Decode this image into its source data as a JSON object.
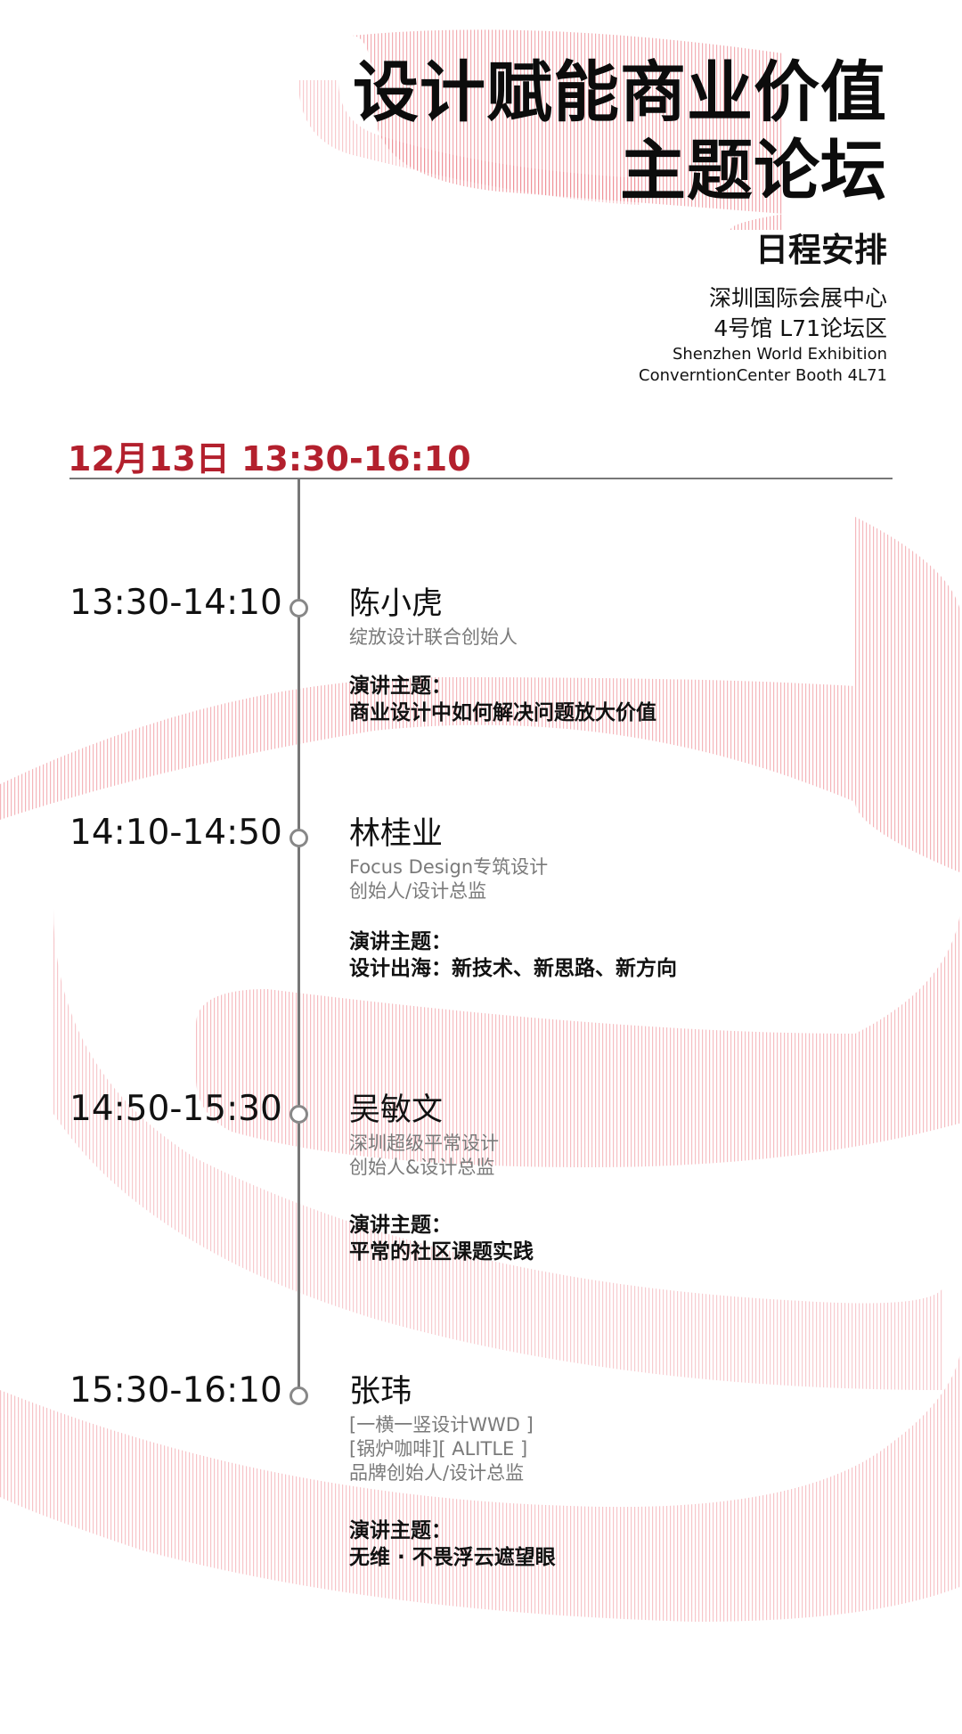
{
  "header": {
    "title_lines": [
      "设计赋能商业价值",
      "主题论坛"
    ],
    "subtitle": "日程安排",
    "venue_cn_1": "深圳国际会展中心",
    "venue_cn_2": "4号馆 L71论坛区",
    "venue_en_1": "Shenzhen World Exhibition",
    "venue_en_2": "ConverntionCenter  Booth 4L71"
  },
  "schedule": {
    "date_time": "12月13日  13:30-16:10",
    "sessions": [
      {
        "time": "13:30-14:10",
        "speaker": "陈小虎",
        "roles": [
          "绽放设计联合创始人"
        ],
        "topic_label": "演讲主题：",
        "topic": "商业设计中如何解决问题放大价值"
      },
      {
        "time": "14:10-14:50",
        "speaker": "林桂业",
        "roles": [
          "Focus Design专筑设计",
          "创始人/设计总监"
        ],
        "topic_label": "演讲主题：",
        "topic": "设计出海：新技术、新思路、新方向"
      },
      {
        "time": "14:50-15:30",
        "speaker": "吴敏文",
        "roles": [
          "深圳超级平常设计",
          "创始人&设计总监"
        ],
        "topic_label": "演讲主题：",
        "topic": "平常的社区课题实践"
      },
      {
        "time": "15:30-16:10",
        "speaker": "张玮",
        "roles": [
          "[一横一竖设计WWD ]",
          "[锅炉咖啡][ ALITLE ]",
          "品牌创始人/设计总监"
        ],
        "topic_label": "演讲主题：",
        "topic": "无维 · 不畏浮云遮望眼"
      }
    ]
  },
  "colors": {
    "accent": "#b3202d",
    "ribbon": "#e4424f",
    "line": "#777777"
  }
}
